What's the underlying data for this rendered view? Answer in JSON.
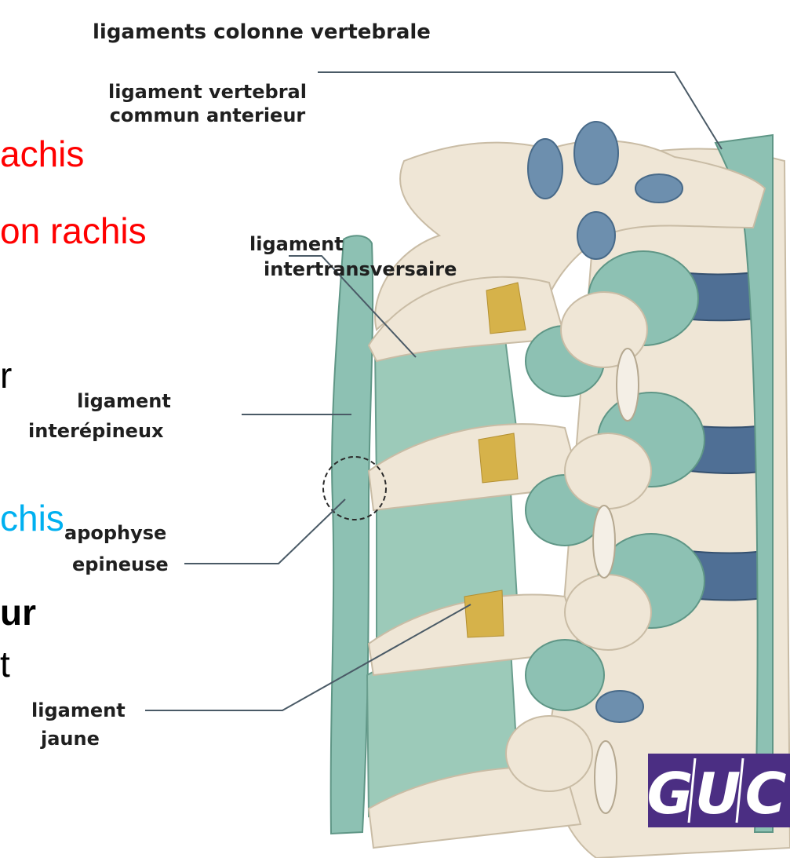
{
  "diagram": {
    "title": "ligaments colonne vertebrale",
    "labels": {
      "ligament_vertebral_commun_anterieur": [
        "ligament vertebral",
        "commun anterieur"
      ],
      "ligament_intertransversaire": [
        "ligament",
        "intertransversaire"
      ],
      "ligament_interepineux": [
        "ligament",
        "interépineux"
      ],
      "apophyse_epineuse": [
        "apophyse",
        "epineuse"
      ],
      "ligament_jaune": [
        "ligament",
        "jaune"
      ]
    },
    "colors": {
      "bone": "#efe6d6",
      "ligament": "#8dc1b3",
      "disc": "#4f6f95",
      "yellow_ligament": "#d6b24a",
      "leader_line": "#4a5a66"
    }
  },
  "slide_text": {
    "line1": "achis",
    "line2": "on rachis",
    "line3": "r",
    "line4": "chis",
    "line5": "ur",
    "line6": "t"
  },
  "logo": {
    "letters": [
      "G",
      "U",
      "C"
    ],
    "color": "#4b2e83"
  }
}
